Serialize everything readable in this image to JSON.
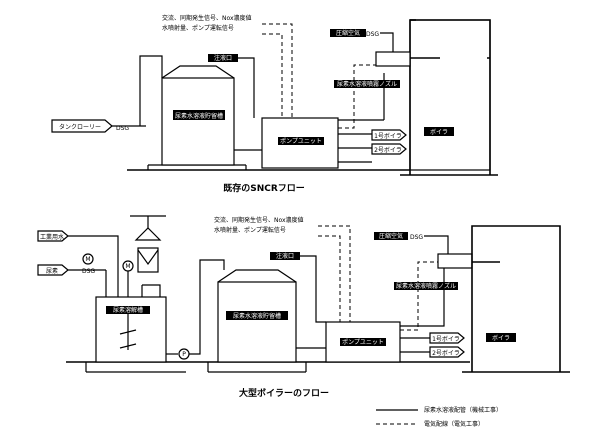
{
  "top": {
    "title": "既存のSNCRフロー",
    "signal_line_1": "交流、同期発生信号、Nox濃度値",
    "signal_line_2": "水噴射量、ポンプ運転信号",
    "storage_tank": "尿素水溶液貯留槽",
    "tank_inlet": "注液口",
    "tanker_truck": "タンクローリー",
    "pump_unit": "ポンプユニット",
    "air_supply": "圧縮空気",
    "nozzle": "尿素水溶液噴霧ノズル",
    "boiler": "ボイラ",
    "to_boiler_1": "1号ボイラ",
    "to_boiler_2": "2号ボイラ",
    "valve_label": "DSG"
  },
  "bottom": {
    "title": "大型ボイラーのフロー",
    "signal_line_1": "交流、同期発生信号、Nox濃度値",
    "signal_line_2": "水噴射量、ポンプ運転信号",
    "water_in": "工業用水",
    "urea_in": "尿素",
    "valve_label": "DSG",
    "dissolve_tank": "尿素溶解槽",
    "storage_tank": "尿素水溶液貯留槽",
    "tank_inlet": "注液口",
    "pump_unit": "ポンプユニット",
    "air_supply": "圧縮空気",
    "nozzle": "尿素水溶液噴霧ノズル",
    "boiler": "ボイラ",
    "to_boiler_1": "1号ボイラ",
    "to_boiler_2": "2号ボイラ",
    "motor": "M",
    "pump": "P"
  },
  "legend": {
    "solid": "尿素水溶液配管（機械工事）",
    "dashed": "電気配線（電気工事）"
  }
}
